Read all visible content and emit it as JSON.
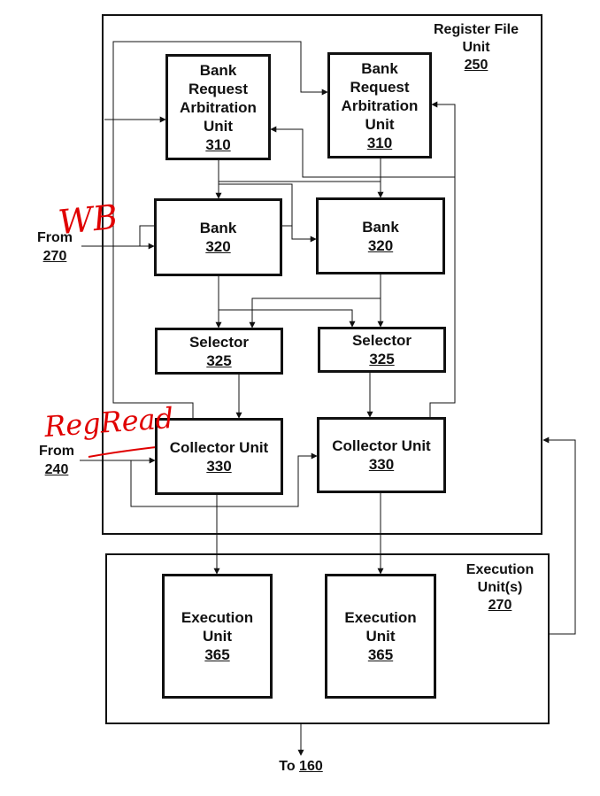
{
  "register_file": {
    "title_line1": "Register File",
    "title_line2": "Unit",
    "number": "250"
  },
  "arbitration_units": [
    {
      "line1": "Bank",
      "line2": "Request",
      "line3": "Arbitration",
      "line4": "Unit",
      "number": "310"
    },
    {
      "line1": "Bank",
      "line2": "Request",
      "line3": "Arbitration",
      "line4": "Unit",
      "number": "310"
    }
  ],
  "banks": [
    {
      "label": "Bank",
      "number": "320"
    },
    {
      "label": "Bank",
      "number": "320"
    }
  ],
  "selectors": [
    {
      "label": "Selector",
      "number": "325"
    },
    {
      "label": "Selector",
      "number": "325"
    }
  ],
  "collectors": [
    {
      "label": "Collector Unit",
      "number": "330"
    },
    {
      "label": "Collector Unit",
      "number": "330"
    }
  ],
  "execution_container": {
    "title_line1": "Execution",
    "title_line2": "Unit(s)",
    "number": "270"
  },
  "execution_units": [
    {
      "line1": "Execution",
      "line2": "Unit",
      "number": "365"
    },
    {
      "line1": "Execution",
      "line2": "Unit",
      "number": "365"
    }
  ],
  "inputs": [
    {
      "label": "From",
      "number": "270"
    },
    {
      "label": "From",
      "number": "240"
    }
  ],
  "output": {
    "label": "To",
    "number": "160"
  },
  "annotations": {
    "writeback": "WB",
    "reg_read": "RegRead"
  },
  "colors": {
    "line": "#111111",
    "annotation": "#e00000"
  }
}
